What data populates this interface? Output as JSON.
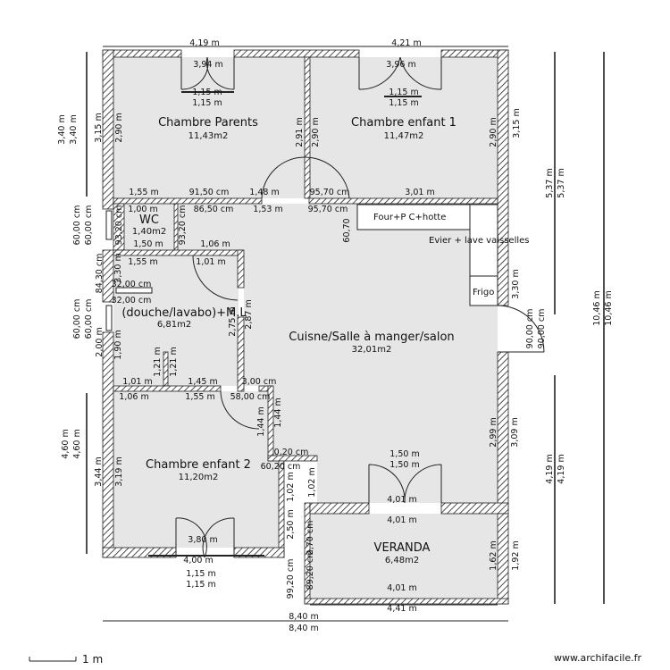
{
  "rooms": {
    "chambre_parents": {
      "name": "Chambre Parents",
      "area": "11,43m2"
    },
    "chambre_enfant_1": {
      "name": "Chambre enfant 1",
      "area": "11,47m2"
    },
    "wc": {
      "name": "WC",
      "area": "1,40m2"
    },
    "sdb": {
      "name": "(douche/lavabo)+M.L",
      "area": "6,81m2"
    },
    "cuisine": {
      "name": "Cuisne/Salle à manger/salon",
      "area": "32,01m2"
    },
    "chambre_enfant_2": {
      "name": "Chambre enfant 2",
      "area": "11,20m2"
    },
    "veranda": {
      "name": "VERANDA",
      "area": "6,48m2"
    }
  },
  "fixtures": {
    "four": "Four+P C+hotte",
    "evier": "Evier + lave vaisselles",
    "frigo": "Frigo"
  },
  "dimensions": {
    "top_left_outer": "4,19 m",
    "top_right_outer": "4,21 m",
    "window_a": "3,94 m",
    "window_b": "3,96 m",
    "door_a1": "1,15 m",
    "door_a2": "1,15 m",
    "door_b1": "1,15 m",
    "door_b2": "1,15 m",
    "h_340_a": "3,40 m",
    "h_340_b": "3,40 m",
    "h_315_a": "3,15 m",
    "h_290_a": "2,90 m",
    "h_291": "2,91 m",
    "h_290_b": "2,90 m",
    "h_290_c": "2,90 m",
    "h_315_b": "3,15 m",
    "h_537_a": "5,37 m",
    "h_537_b": "5,37 m",
    "h_1046_a": "10,46 m",
    "h_1046_b": "10,46 m",
    "w_155_a": "1,55 m",
    "w_9150": "91,50 cm",
    "w_148": "1,48 m",
    "w_9570_a": "95,70 cm",
    "w_301": "3,01 m",
    "w_100": "1,00 m",
    "w_8650": "86,50 cm",
    "w_153": "1,53 m",
    "w_9570_b": "95,70 cm",
    "v_6070": "60,70",
    "v_6000_a": "60,00 cm",
    "v_6000_b": "60,00 cm",
    "v_9320_a": "93,20 cm",
    "v_9320_b": "93,20 cm",
    "w_150_wc": "1,50 m",
    "w_106_a": "1,06 m",
    "w_155_b": "1,55 m",
    "w_101_a": "1,01 m",
    "v_8430": "84,30 cm",
    "v_330_a": "3,30 m",
    "w_3200_a": "32,00 cm",
    "w_3200_b": "32,00 cm",
    "v_6000_c": "60,00 cm",
    "v_6000_d": "60,00 cm",
    "v_200": "2,00 m",
    "v_190": "1,90 m",
    "v_121_a": "1,21 m",
    "v_121_b": "1,21 m",
    "v_275": "2,75 m",
    "v_287": "2,87 m",
    "v_330_b": "3,30 m",
    "v_9000_a": "90,00 cm",
    "v_9000_b": "90,00 cm",
    "w_101_b": "1,01 m",
    "w_145": "1,45 m",
    "w_300": "3,00 cm",
    "w_106_b": "1,06 m",
    "w_155_c": "1,55 m",
    "w_5800": "58,00 cm",
    "v_144_a": "1,44 m",
    "v_144_b": "1,44 m",
    "v_460_a": "4,60 m",
    "v_460_b": "4,60 m",
    "v_344": "3,44 m",
    "v_319": "3,19 m",
    "w_020": "0,20 cm",
    "w_6020": "60,20 cm",
    "v_102_a": "1,02 m",
    "v_102_b": "1,02 m",
    "v_299": "2,99 m",
    "v_309": "3,09 m",
    "v_419_a": "4,19 m",
    "v_419_b": "4,19 m",
    "w_150_a": "1,50 m",
    "w_150_b": "1,50 m",
    "w_401_a": "4,01 m",
    "w_401_b": "4,01 m",
    "w_401_c": "4,01 m",
    "w_380": "3,80 m",
    "w_400": "4,00 m",
    "w_115_c": "1,15 m",
    "w_115_d": "1,15 m",
    "v_250": "2,50 m",
    "v_270": "2,70 cm",
    "v_162": "1,62 m",
    "v_192": "1,92 m",
    "v_9920": "99,20 cm",
    "v_8920": "89,20 cm",
    "w_441": "4,41 m",
    "w_840_a": "8,40 m",
    "w_840_b": "8,40 m"
  },
  "scale_label": "1 m",
  "credit": "www.archifacile.fr"
}
